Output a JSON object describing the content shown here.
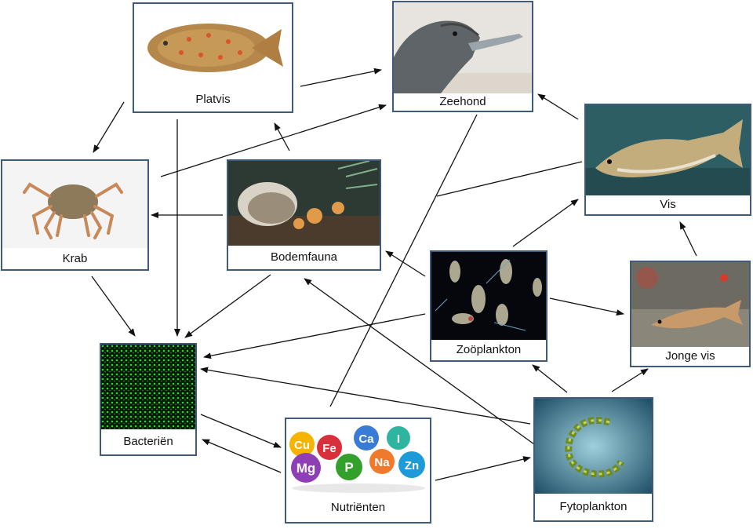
{
  "nodes": {
    "platvis": "Platvis",
    "zeehond": "Zeehond",
    "krab": "Krab",
    "bodemfauna": "Bodemfauna",
    "vis": "Vis",
    "zooplankton": "Zoöplankton",
    "jongevis": "Jonge vis",
    "bacterien": "Bacteriën",
    "nutrienten": "Nutriënten",
    "fytoplankton": "Fytoplankton"
  },
  "nutrient_symbols": [
    "Cu",
    "Fe",
    "Ca",
    "I",
    "Mg",
    "P",
    "Na",
    "Zn"
  ],
  "colors": {
    "box_border": "#3f5a7a",
    "arrow": "#111111"
  },
  "links": [
    {
      "from": "Platvis",
      "to": "Zeehond"
    },
    {
      "from": "Platvis",
      "to": "Krab"
    },
    {
      "from": "Platvis",
      "to": "Bacteriën"
    },
    {
      "from": "Krab",
      "to": "Zeehond"
    },
    {
      "from": "Krab",
      "to": "Bacteriën"
    },
    {
      "from": "Bodemfauna",
      "to": "Platvis"
    },
    {
      "from": "Bodemfauna",
      "to": "Krab"
    },
    {
      "from": "Bodemfauna",
      "to": "Bacteriën"
    },
    {
      "from": "Vis",
      "to": "Zeehond"
    },
    {
      "from": "Zoöplankton",
      "to": "Vis"
    },
    {
      "from": "Zoöplankton",
      "to": "Bodemfauna"
    },
    {
      "from": "Zoöplankton",
      "to": "Jonge vis"
    },
    {
      "from": "Zoöplankton",
      "to": "Bacteriën"
    },
    {
      "from": "Jonge vis",
      "to": "Vis"
    },
    {
      "from": "Fytoplankton",
      "to": "Zoöplankton"
    },
    {
      "from": "Fytoplankton",
      "to": "Jonge vis"
    },
    {
      "from": "Fytoplankton",
      "to": "Bodemfauna"
    },
    {
      "from": "Fytoplankton",
      "to": "Bacteriën"
    },
    {
      "from": "Bacteriën",
      "to": "Nutriënten"
    },
    {
      "from": "Nutriënten",
      "to": "Bacteriën"
    },
    {
      "from": "Nutriënten",
      "to": "Fytoplankton"
    },
    {
      "from": "Zeehond",
      "to": "Nutriënten"
    },
    {
      "from": "Vis",
      "to": "Nutriënten"
    }
  ]
}
